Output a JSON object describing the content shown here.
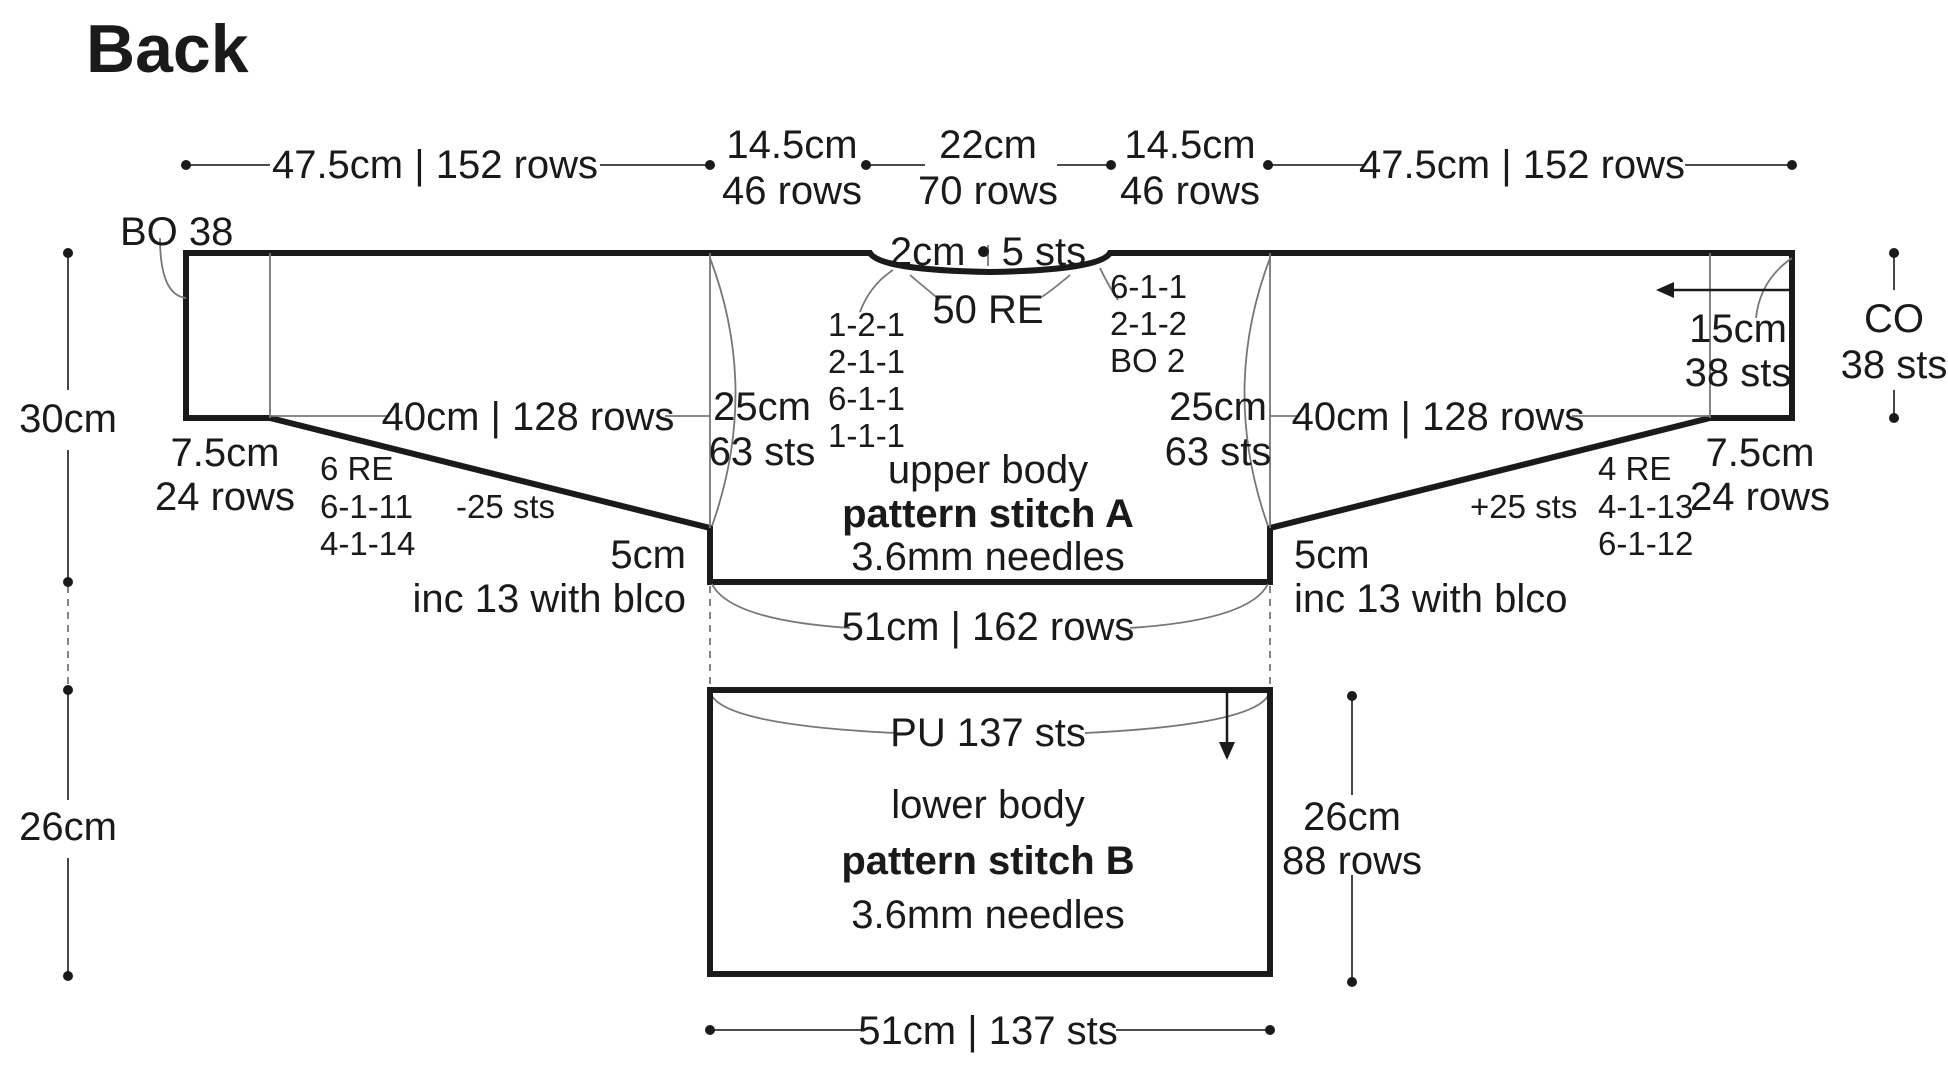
{
  "title": "Back",
  "top_dims": {
    "left_sleeve": "47.5cm | 152 rows",
    "left_shoulder_cm": "14.5cm",
    "left_shoulder_rows": "46 rows",
    "neck_cm": "22cm",
    "neck_rows": "70 rows",
    "right_shoulder_cm": "14.5cm",
    "right_shoulder_rows": "46 rows",
    "right_sleeve": "47.5cm | 152 rows"
  },
  "neck": {
    "depth": "2cm • 5 sts",
    "re": "50 RE",
    "left_decreases": [
      "1-2-1",
      "2-1-1",
      "6-1-1",
      "1-1-1"
    ],
    "right_decreases": [
      "6-1-1",
      "2-1-2",
      "BO 2"
    ]
  },
  "left_sleeve": {
    "bo": "BO 38",
    "length": "40cm | 128 rows",
    "cuff_cm": "7.5cm",
    "cuff_rows": "24 rows",
    "shaping": [
      "6 RE",
      "6-1-11",
      "4-1-14"
    ],
    "sts_change": "-25 sts"
  },
  "right_sleeve": {
    "co_label": "CO",
    "co_sts": "38 sts",
    "cuff_height_cm": "15cm",
    "cuff_height_sts": "38 sts",
    "length": "40cm | 128 rows",
    "cuff_cm": "7.5cm",
    "cuff_rows": "24 rows",
    "shaping": [
      "4 RE",
      "4-1-13",
      "6-1-12"
    ],
    "sts_change": "+25 sts"
  },
  "upper_body": {
    "left_height_cm": "25cm",
    "left_height_sts": "63 sts",
    "right_height_cm": "25cm",
    "right_height_sts": "63 sts",
    "label": "upper body",
    "stitch": "pattern stitch A",
    "needles": "3.6mm needles",
    "left_ext_cm": "5cm",
    "left_ext_inc": "inc 13 with blco",
    "right_ext_cm": "5cm",
    "right_ext_inc": "inc 13 with blco",
    "width": "51cm | 162 rows"
  },
  "lower_body": {
    "pickup": "PU 137 sts",
    "label": "lower body",
    "stitch": "pattern stitch B",
    "needles": "3.6mm needles",
    "height_cm": "26cm",
    "height_rows": "88 rows",
    "width": "51cm | 137 sts"
  },
  "side_dims": {
    "upper": "30cm",
    "lower": "26cm"
  }
}
